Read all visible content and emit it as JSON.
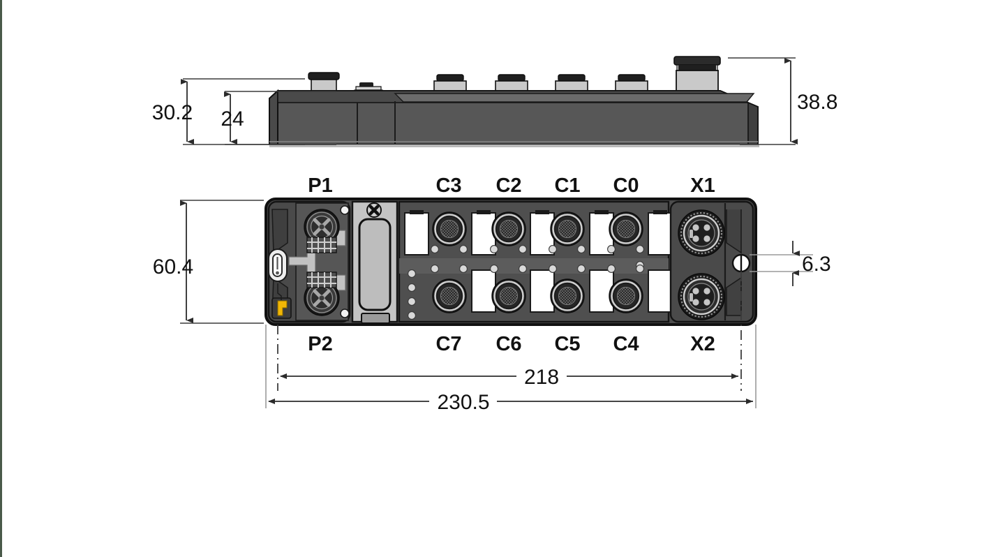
{
  "drawing": {
    "title": "TURCK multiprotocol I/O module dimensional drawing",
    "units": "mm",
    "views": [
      {
        "name": "side-view",
        "label": ""
      },
      {
        "name": "front-view",
        "label": ""
      }
    ]
  },
  "dimensions": {
    "height_total": "30.2",
    "height_body": "24",
    "height_connector": "38.8",
    "height_front": "60.4",
    "hole_spacing": "6.3",
    "length_mounting": "218",
    "length_total": "230.5"
  },
  "ports": {
    "top_row": [
      "P1",
      "C3",
      "C2",
      "C1",
      "C0",
      "X1"
    ],
    "bottom_row": [
      "P2",
      "C7",
      "C6",
      "C5",
      "C4",
      "X2"
    ],
    "power_top": "P1",
    "power_bottom": "P2",
    "channels_top": [
      "C3",
      "C2",
      "C1",
      "C0"
    ],
    "channels_bottom": [
      "C7",
      "C6",
      "C5",
      "C4"
    ],
    "aux_top": "X1",
    "aux_bottom": "X2"
  },
  "colors": {
    "background": "#ffffff",
    "body_dark": "#4f4f4f",
    "body_mid": "#5c5c5c",
    "body_light": "#c9c9c9",
    "outline": "#111111",
    "accent_yellow": "#f2b705",
    "label_white": "#ffffff",
    "dimension_line": "#4a4a4a",
    "page_edge": "#4a5a4a"
  },
  "icons": {
    "screw": "screw-icon",
    "mounting_hole": "mounting-hole-icon",
    "led": "led-indicator-icon",
    "m12_connector": "m12-connector-icon",
    "label_strip": "label-strip-icon"
  }
}
